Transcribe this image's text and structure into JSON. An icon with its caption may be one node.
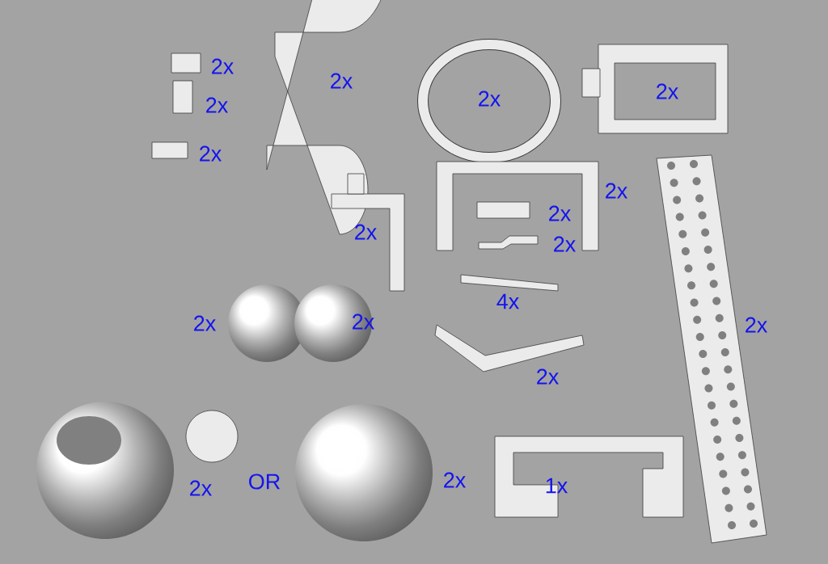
{
  "diagram": {
    "labels": [
      "2x",
      "2x",
      "2x",
      "2x",
      "2x",
      "2x",
      "2x",
      "2x",
      "2x",
      "2x",
      "4x",
      "2x",
      "2x",
      "2x",
      "2x",
      "2x",
      "OR",
      "2x",
      "1x"
    ]
  }
}
